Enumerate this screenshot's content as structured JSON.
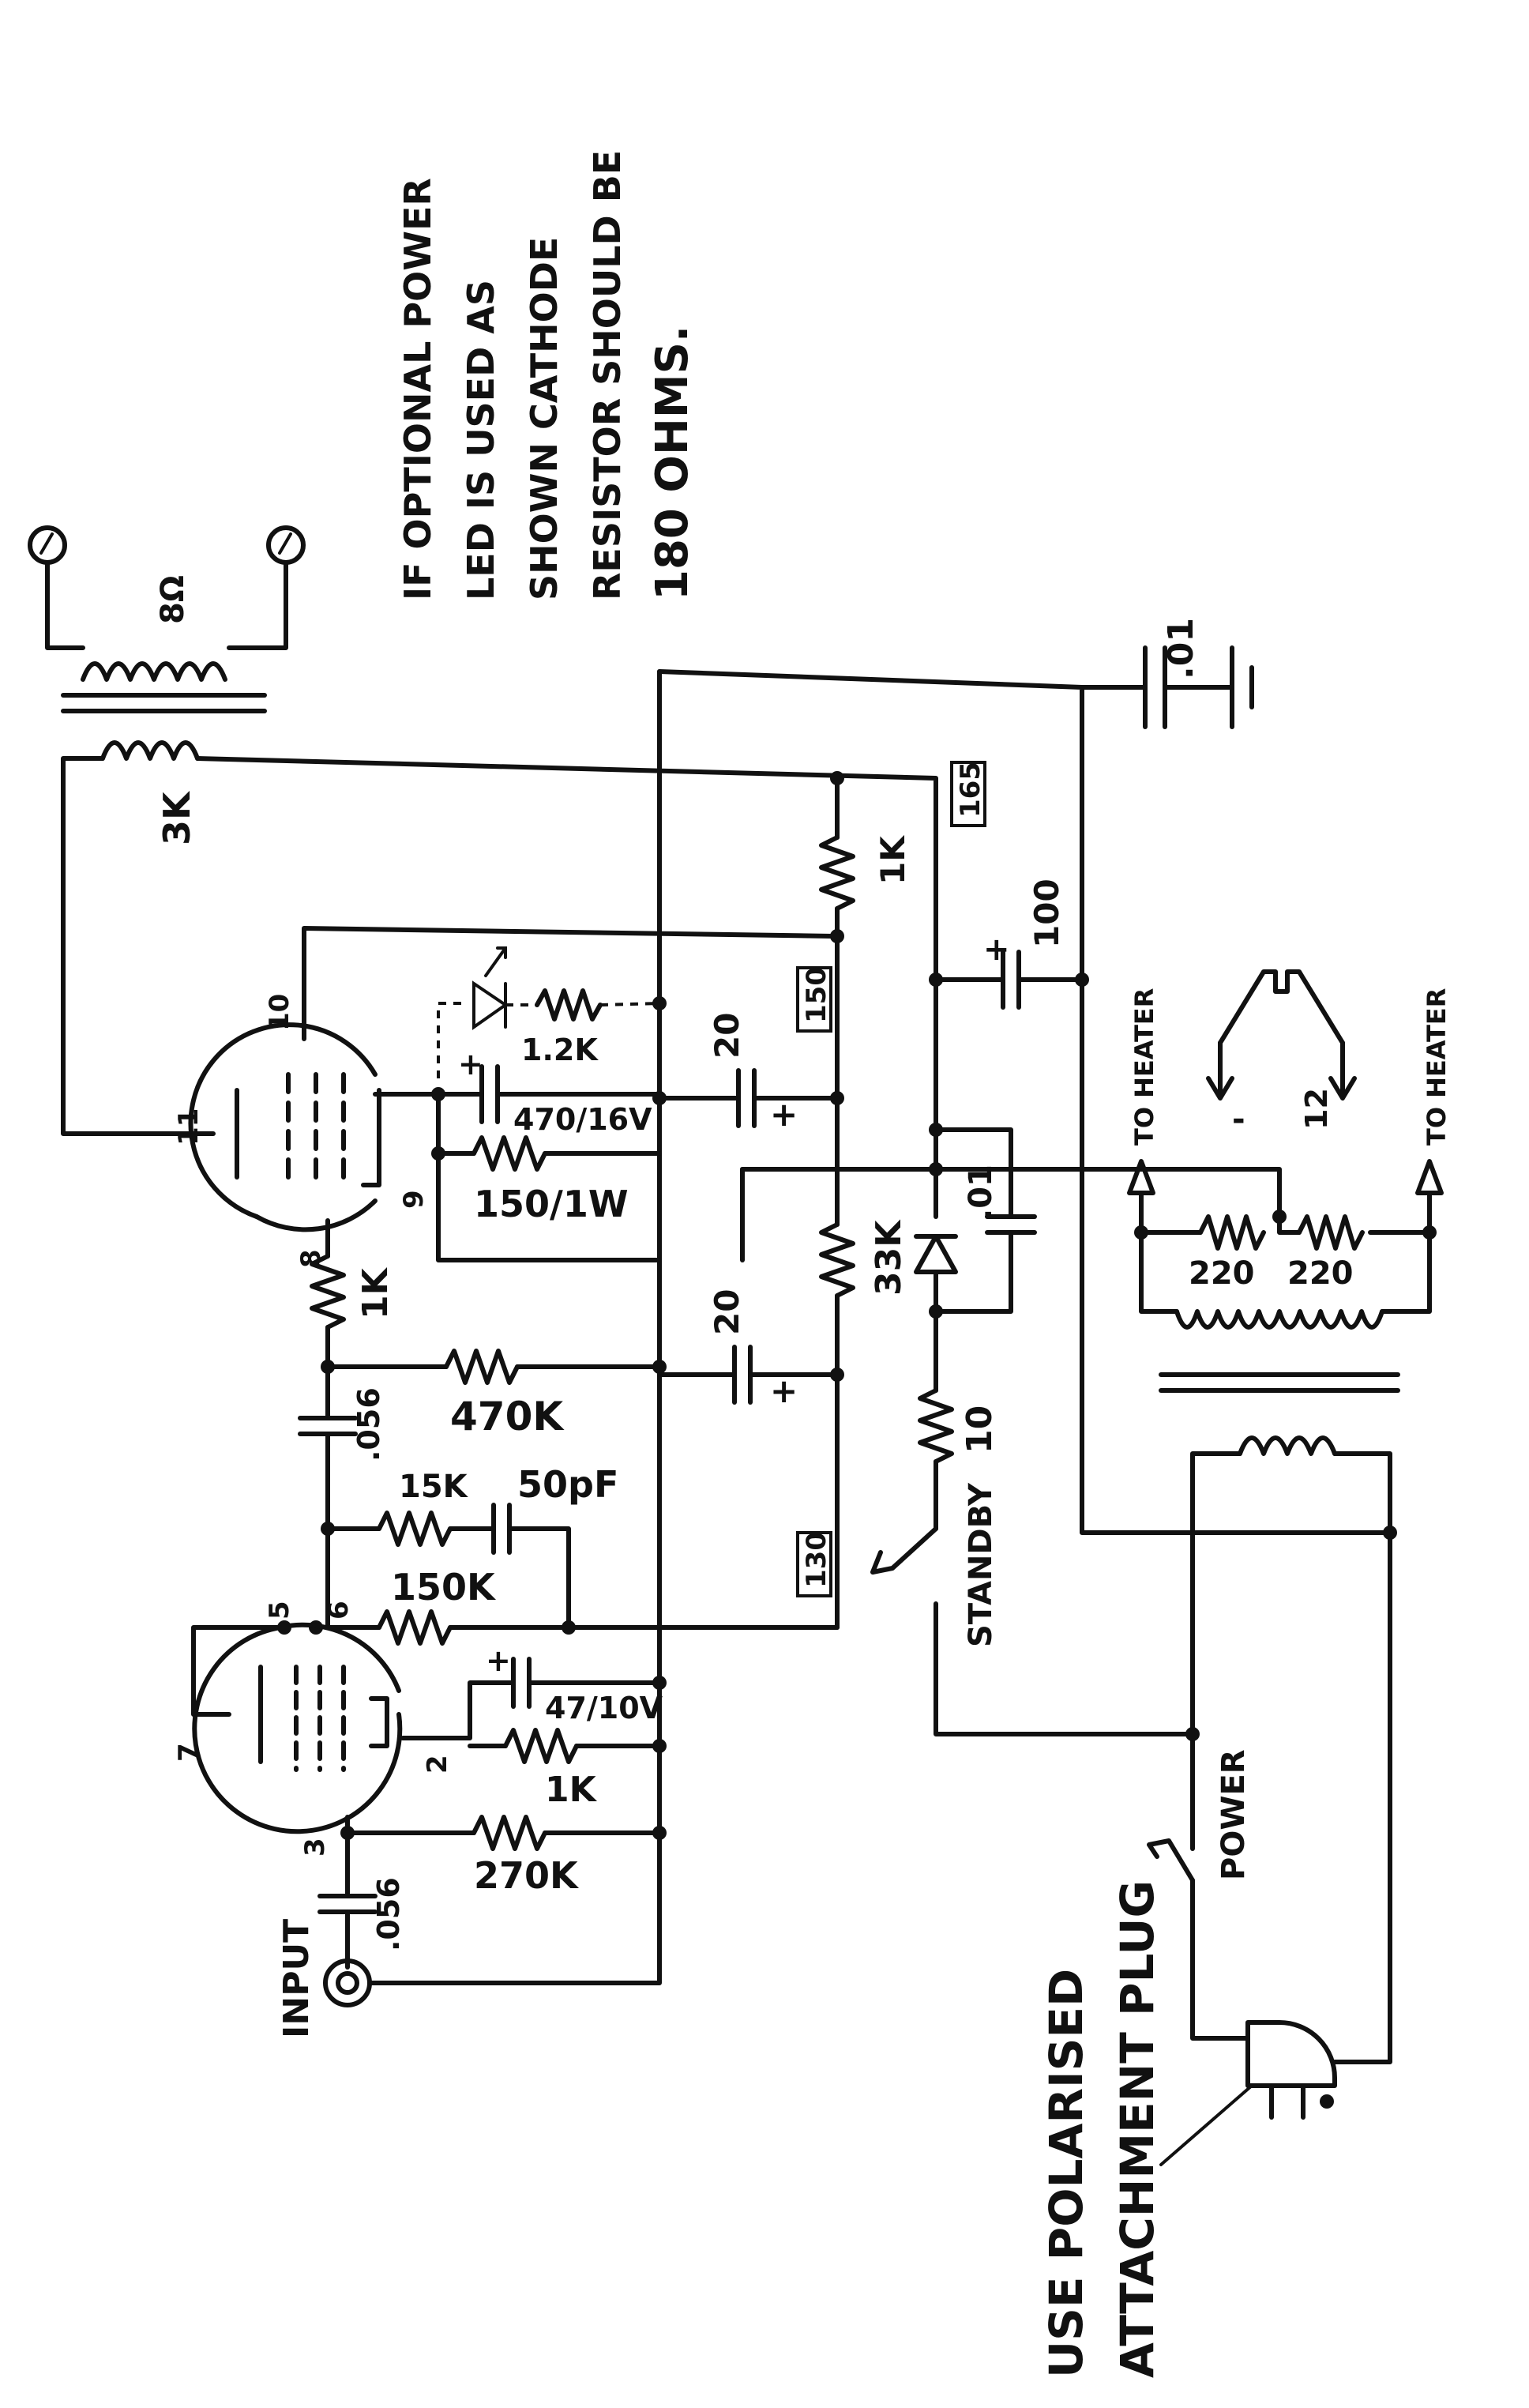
{
  "note": {
    "lines": [
      "IF OPTIONAL POWER",
      "LED IS USED AS",
      "SHOWN CATHODE",
      "RESISTOR SHOULD BE",
      "180 OHMS."
    ]
  },
  "bottom_note": {
    "lines": [
      "USE POLARISED",
      "ATTACHMENT PLUG"
    ]
  },
  "labels": {
    "speaker_imp": "8Ω",
    "out_primary": "3K",
    "pin10": "10",
    "pin11": "11",
    "pin9": "9",
    "pin8": "8",
    "pin5": "5",
    "pin6": "6",
    "pin7": "7",
    "pin2": "2",
    "pin3": "3",
    "led_r": "1.2K",
    "c470": "470/16V",
    "r150w": "150/1W",
    "r1k_cath": "1K",
    "c056_a": ".056",
    "r470k": "470K",
    "r15k": "15K",
    "c50pf": "50pF",
    "r150k": "150K",
    "c47": "47/10V",
    "r1k_b": "1K",
    "r270k": "270K",
    "c056_b": ".056",
    "input": "INPUT",
    "c20_top": "20",
    "c20_mid": "20",
    "r1k_top": "1K",
    "r33k": "33K",
    "v150": "150",
    "v130": "130",
    "v165": "165",
    "c100": "100",
    "c01_mid": ".01",
    "c01_top": ".01",
    "r10": "10",
    "standby": "STANDBY",
    "power": "POWER",
    "to_heater_a": "TO HEATER",
    "to_heater_b": "TO HEATER",
    "r220_a": "220",
    "r220_b": "220",
    "plug_minus": "-",
    "plug_12": "12"
  }
}
